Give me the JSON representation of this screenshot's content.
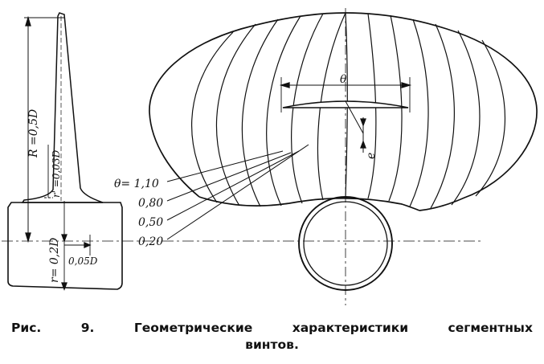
{
  "labels": {
    "radius": "R =0,5D",
    "fillet": "r' =0,03D",
    "hub_radius": "r= 0,2D",
    "offset": "0,05D",
    "theta_symbol": "θ",
    "thickness": "e",
    "theta_1": "θ= 1,10",
    "theta_2": "0,80",
    "theta_3": "0,50",
    "theta_4": "0,20"
  },
  "caption": {
    "w1": "Рис.",
    "w2": "9.",
    "w3": "Геометрические",
    "w4": "характеристики",
    "w5": "сегментных",
    "line2": "винтов."
  }
}
